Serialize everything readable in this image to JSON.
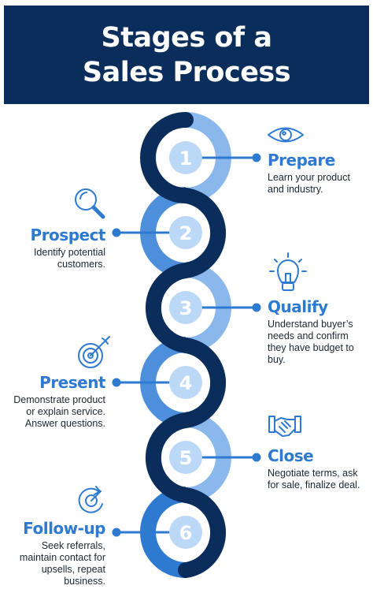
{
  "title": {
    "line1": "Stages of a",
    "line2": "Sales Process"
  },
  "colors": {
    "navy": "#0a2d5c",
    "light_blue": "#8ab8ec",
    "medium_blue": "#4e8fdc",
    "bright_blue": "#2e7ad0",
    "inner_circle": "#bcd8f7",
    "number_text": "#ffffff"
  },
  "stages": [
    {
      "number": "1",
      "title": "Prepare",
      "description": "Learn your product and industry.",
      "icon": "eye-icon",
      "side": "right"
    },
    {
      "number": "2",
      "title": "Prospect",
      "description": "Identify potential customers.",
      "icon": "magnifier-icon",
      "side": "left"
    },
    {
      "number": "3",
      "title": "Qualify",
      "description": "Understand buyer’s needs and confirm they have budget to buy.",
      "icon": "lightbulb-icon",
      "side": "right"
    },
    {
      "number": "4",
      "title": "Present",
      "description": "Demonstrate product or explain service. Answer questions.",
      "icon": "target-icon",
      "side": "left"
    },
    {
      "number": "5",
      "title": "Close",
      "description": "Negotiate terms, ask for sale, finalize deal.",
      "icon": "handshake-icon",
      "side": "right"
    },
    {
      "number": "6",
      "title": "Follow-up",
      "description": "Seek referrals, maintain contact for upsells, repeat business.",
      "icon": "refresh-target-icon",
      "side": "left"
    }
  ]
}
